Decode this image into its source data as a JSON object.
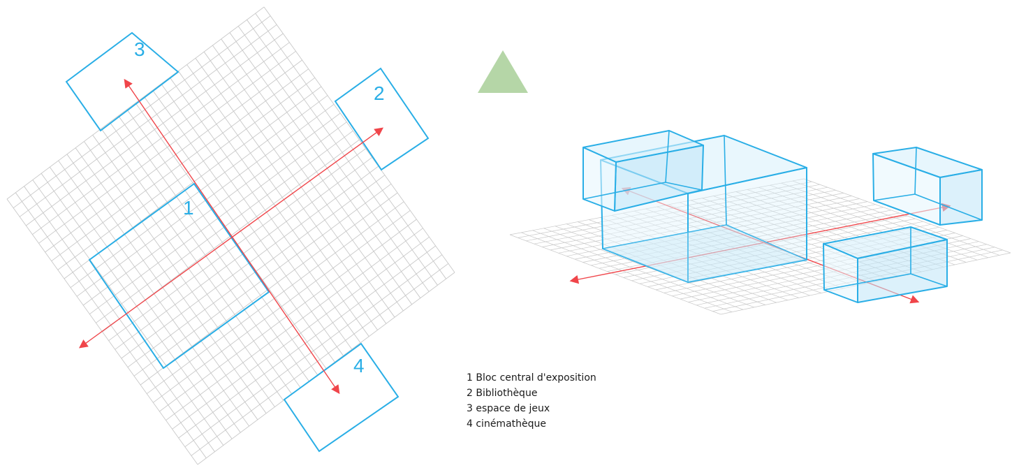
{
  "plan": {
    "blocks": [
      {
        "id": "1",
        "label": "1"
      },
      {
        "id": "2",
        "label": "2"
      },
      {
        "id": "3",
        "label": "3"
      },
      {
        "id": "4",
        "label": "4"
      }
    ]
  },
  "legend": {
    "items": [
      "1 Bloc central d'exposition",
      "2 Bibliothèque",
      "3 espace de jeux",
      "4 cinémathèque"
    ]
  },
  "colors": {
    "block_outline": "#29aee6",
    "block_fill": "#bfe6f7",
    "axis": "#f0454a",
    "grid": "#c8c8c8",
    "north_marker": "#b5d6a7",
    "text": "#1a1a1a"
  },
  "icons": {
    "north_marker": "green-triangle"
  }
}
